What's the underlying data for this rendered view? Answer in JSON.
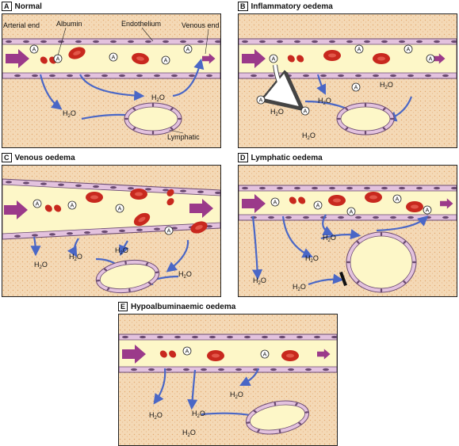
{
  "panels": [
    {
      "letter": "A",
      "title": "Normal",
      "labels": {
        "arterial": "Arterial end",
        "albumin": "Albumin",
        "endothelium": "Endothelium",
        "venous": "Venous end",
        "lymphatic": "Lymphatic"
      }
    },
    {
      "letter": "B",
      "title": "Inflammatory oedema"
    },
    {
      "letter": "C",
      "title": "Venous oedema"
    },
    {
      "letter": "D",
      "title": "Lymphatic oedema"
    },
    {
      "letter": "E",
      "title": "Hypoalbuminaemic oedema"
    }
  ],
  "symbols": {
    "albumin": "A",
    "water": "H",
    "water_sub": "2",
    "water_o": "O"
  },
  "colors": {
    "vessel_lumen": "#fdf7c8",
    "vessel_wall": "#e3c2de",
    "wall_outline": "#6a4a70",
    "tissue": "#f4d9b6",
    "rbc": "#c8281e",
    "arrow_blue": "#4a67c6",
    "flow_arrow": "#9b3a8a"
  }
}
